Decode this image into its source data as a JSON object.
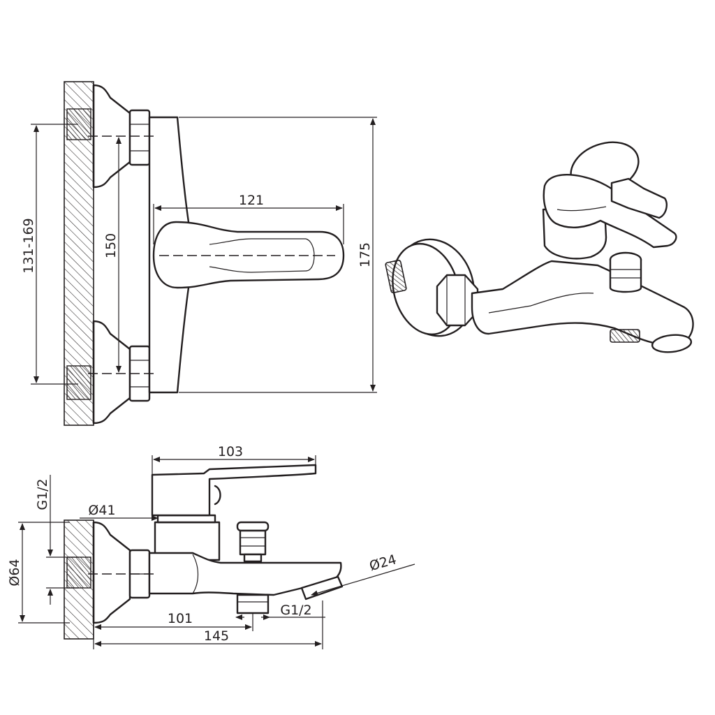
{
  "dimensions": {
    "front": {
      "mount_range": "131-169",
      "inner_height": "150",
      "outer_height": "175",
      "lever_length": "121"
    },
    "side": {
      "handle_length": "103",
      "thread_top": "G1/2",
      "cap_diameter": "Ø41",
      "flange_diameter": "Ø64",
      "spout_diameter": "Ø24",
      "thread_bottom": "G1/2",
      "outlet_distance": "101",
      "total_depth": "145"
    }
  }
}
